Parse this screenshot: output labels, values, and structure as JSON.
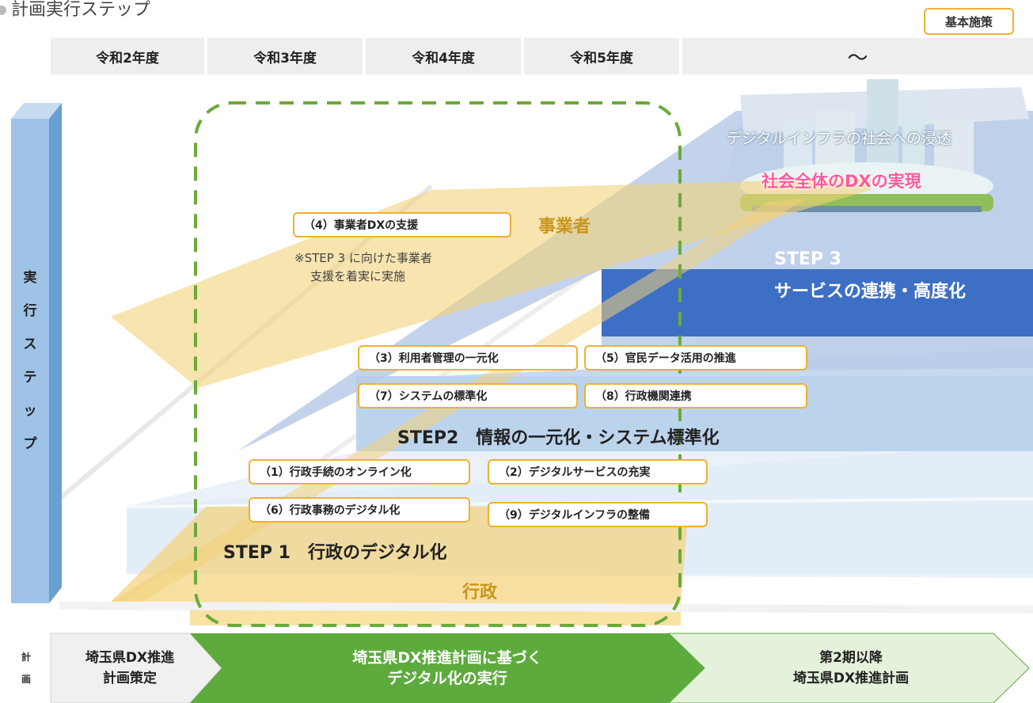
{
  "title": "計画実行ステップ",
  "badge": "基本施策",
  "years": [
    "令和2年度",
    "令和3年度",
    "令和4年度",
    "令和5年度",
    "〜"
  ],
  "vertical_label": [
    "実",
    "行",
    "ス",
    "テ",
    "ッ",
    "プ"
  ],
  "city": {
    "subtitle": "デジタルインフラの社会への浸透",
    "headline": "社会全体のDXの実現"
  },
  "step3": {
    "line1": "STEP 3",
    "line2": "サービスの連携・高度化"
  },
  "step2": {
    "label": "STEP2　情報の一元化・システム標準化"
  },
  "step1": {
    "label": "STEP 1　行政のデジタル化"
  },
  "business": {
    "label": "事業者",
    "item": "（4）事業者DXの支援",
    "note_line1": "※STEP 3 に向けた事業者",
    "note_line2": "支援を着実に実施"
  },
  "government_label": "行政",
  "step2_items": [
    "（3）利用者管理の一元化",
    "（5）官民データ活用の推進",
    "（7）システムの標準化",
    "（8）行政機関連携"
  ],
  "step1_items": [
    "（1）行政手続のオンライン化",
    "（2）デジタルサービスの充実",
    "（6）行政事務のデジタル化",
    "（9）デジタルインフラの整備"
  ],
  "plan": {
    "label": [
      "計",
      "画"
    ],
    "stage1_line1": "埼玉県DX推進",
    "stage1_line2": "計画策定",
    "stage2_line1": "埼玉県DX推進計画に基づく",
    "stage2_line2": "デジタル化の実行",
    "stage3_line1": "第2期以降",
    "stage3_line2": "埼玉県DX推進計画"
  },
  "colors": {
    "accent_orange": "#f0b030",
    "dashed_green": "#6aaa3a",
    "plan_green": "#5cab3c",
    "plan_light_green": "#e4f2dc",
    "step3_blue": "#3d6fc4",
    "headline_pink": "#ff5a9e",
    "label_gold": "#c9951c"
  }
}
